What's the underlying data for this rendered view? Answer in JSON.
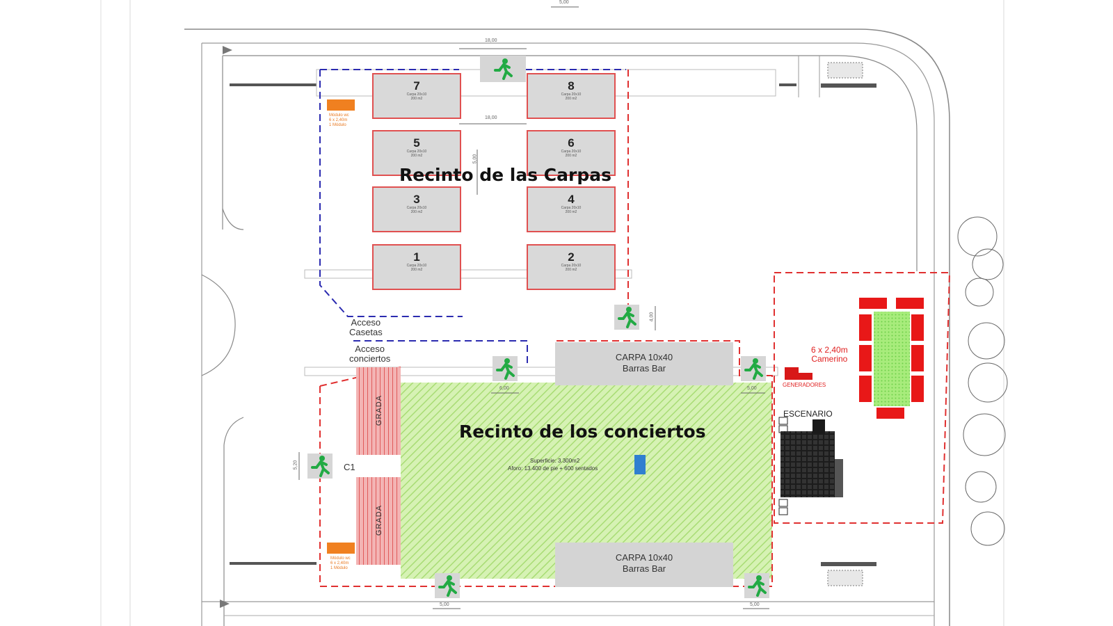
{
  "titles": {
    "carpas": "Recinto de las Carpas",
    "conciertos": "Recinto de los conciertos"
  },
  "tents": [
    {
      "num": "7",
      "sub1": "Carpa 20x10",
      "sub2": "200 m2"
    },
    {
      "num": "8",
      "sub1": "Carpa 20x10",
      "sub2": "200 m2"
    },
    {
      "num": "5",
      "sub1": "Carpa 20x10",
      "sub2": "200 m2"
    },
    {
      "num": "6",
      "sub1": "Carpa 20x10",
      "sub2": "200 m2"
    },
    {
      "num": "3",
      "sub1": "Carpa 20x10",
      "sub2": "200 m2"
    },
    {
      "num": "4",
      "sub1": "Carpa 20x10",
      "sub2": "200 m2"
    },
    {
      "num": "1",
      "sub1": "Carpa 20x10",
      "sub2": "200 m2"
    },
    {
      "num": "2",
      "sub1": "Carpa 20x10",
      "sub2": "200 m2"
    }
  ],
  "labels": {
    "acceso_casetas_1": "Acceso",
    "acceso_casetas_2": "Casetas",
    "acceso_conciertos_1": "Acceso",
    "acceso_conciertos_2": "conciertos",
    "c1": "C1",
    "grada": "GRADA",
    "escenario": "ESCENARIO",
    "camerino_1": "6 x 2,40m",
    "camerino_2": "Camerino",
    "generadores": "GENERADORES",
    "superficie": "Superficie: 3.300m2",
    "aforo": "Aforo: 13.400 de pie + 600 sentados",
    "orange_top_1": "Módulo wc",
    "orange_top_2": "6 x 2,40m",
    "orange_top_3": "1 Módulo",
    "orange_bottom_1": "Módulo wc",
    "orange_bottom_2": "6 x 2,40m",
    "orange_bottom_3": "1 Módulo"
  },
  "bar_tents": {
    "top_line1": "CARPA 10x40",
    "top_line2": "Barras Bar",
    "bottom_line1": "CARPA 10x40",
    "bottom_line2": "Barras Bar"
  },
  "dimensions": {
    "top_outer": "5,00",
    "top_gap": "18,00",
    "mid_gap": "18,00",
    "vert": "5,00",
    "exit_right": "4,00",
    "exit_left_a": "6,00",
    "exit_right_a": "5,00",
    "c1_dim": "5,20",
    "bottom_left": "5,00",
    "bottom_right": "5,00"
  },
  "colors": {
    "grass": "#c6ec9c",
    "tent_fill": "#d9d9d9",
    "red_dash": "#e03030",
    "blue_dash": "#2b2bb0",
    "exit_green": "#22aa44",
    "orange": "#f08020",
    "stage": "#222222",
    "camerino_red": "#e81818"
  }
}
